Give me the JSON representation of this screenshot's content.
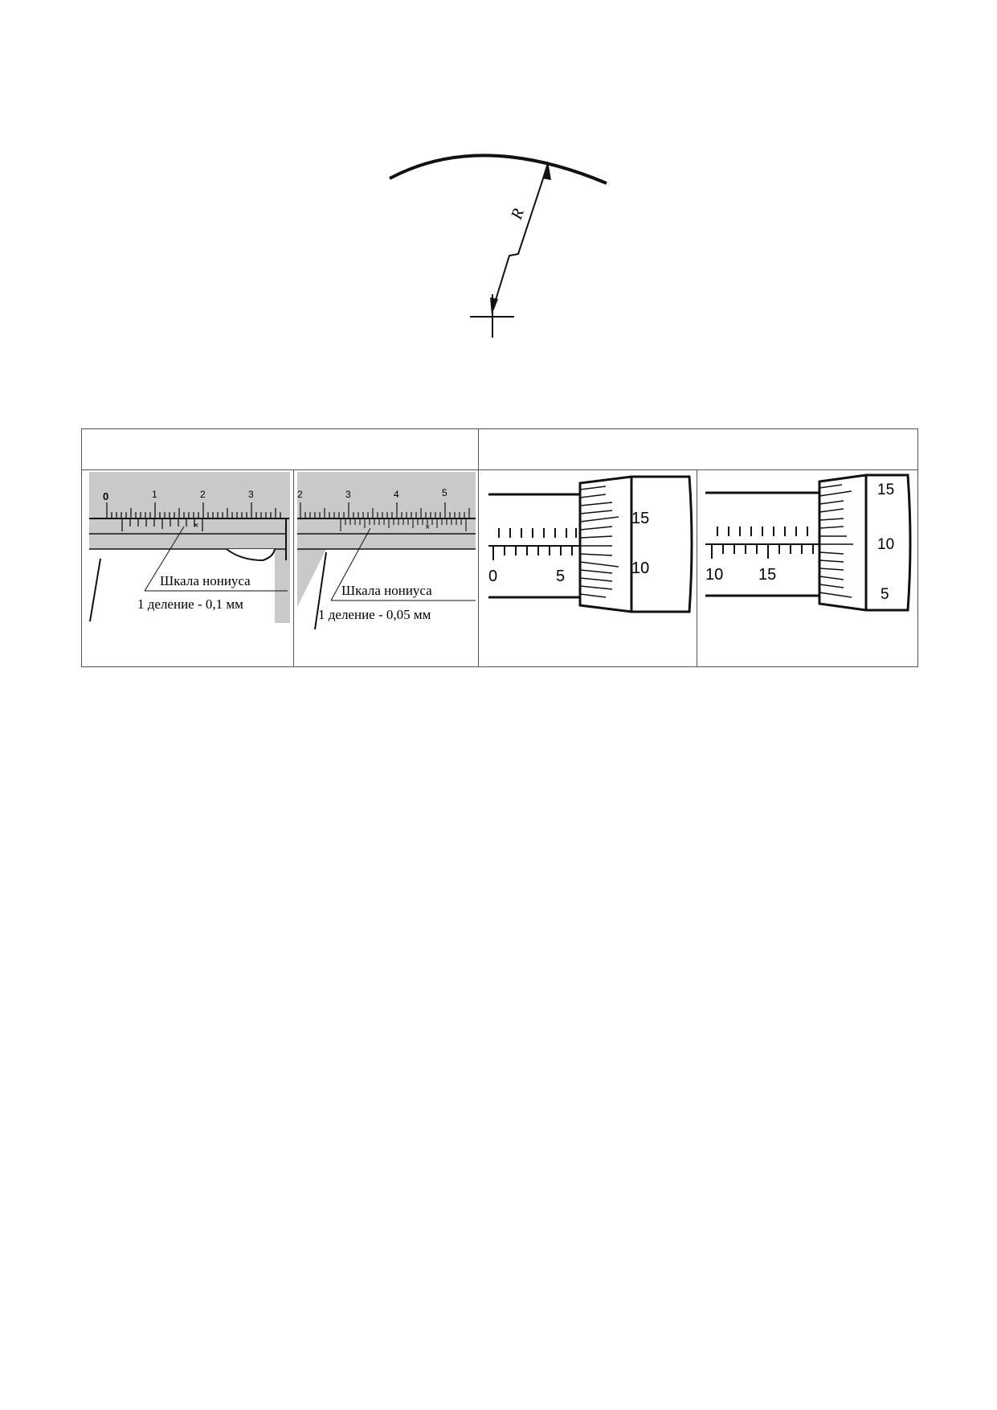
{
  "radius_figure": {
    "label": "R"
  },
  "table": {
    "header_left": "",
    "header_right": "",
    "caliper_1": {
      "main_scale_numbers": [
        "0",
        "1",
        "2",
        "3"
      ],
      "vernier_label": "Шкала нониуса",
      "division_label": "1 деление - 0,1 мм"
    },
    "caliper_2": {
      "main_scale_numbers": [
        "2",
        "3",
        "4",
        "5"
      ],
      "vernier_label": "Шкала нониуса",
      "division_label": "1 деление - 0,05 мм"
    },
    "micrometer_1": {
      "sleeve_numbers": [
        "0",
        "5"
      ],
      "thimble_numbers": [
        "15",
        "10"
      ]
    },
    "micrometer_2": {
      "sleeve_numbers": [
        "10",
        "15"
      ],
      "thimble_numbers": [
        "15",
        "10",
        "5"
      ]
    }
  },
  "colors": {
    "caliper_background": "#c9c9c9",
    "line": "#111111"
  }
}
